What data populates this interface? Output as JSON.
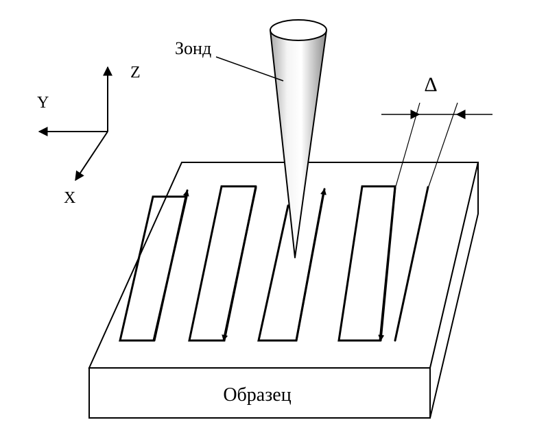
{
  "axes": {
    "z_label": "Z",
    "y_label": "Y",
    "x_label": "X"
  },
  "probe": {
    "label": "Зонд"
  },
  "sample": {
    "label": "Образец"
  },
  "scan_step": {
    "label": "Δ"
  },
  "colors": {
    "stroke": "#000000",
    "background": "#ffffff"
  }
}
